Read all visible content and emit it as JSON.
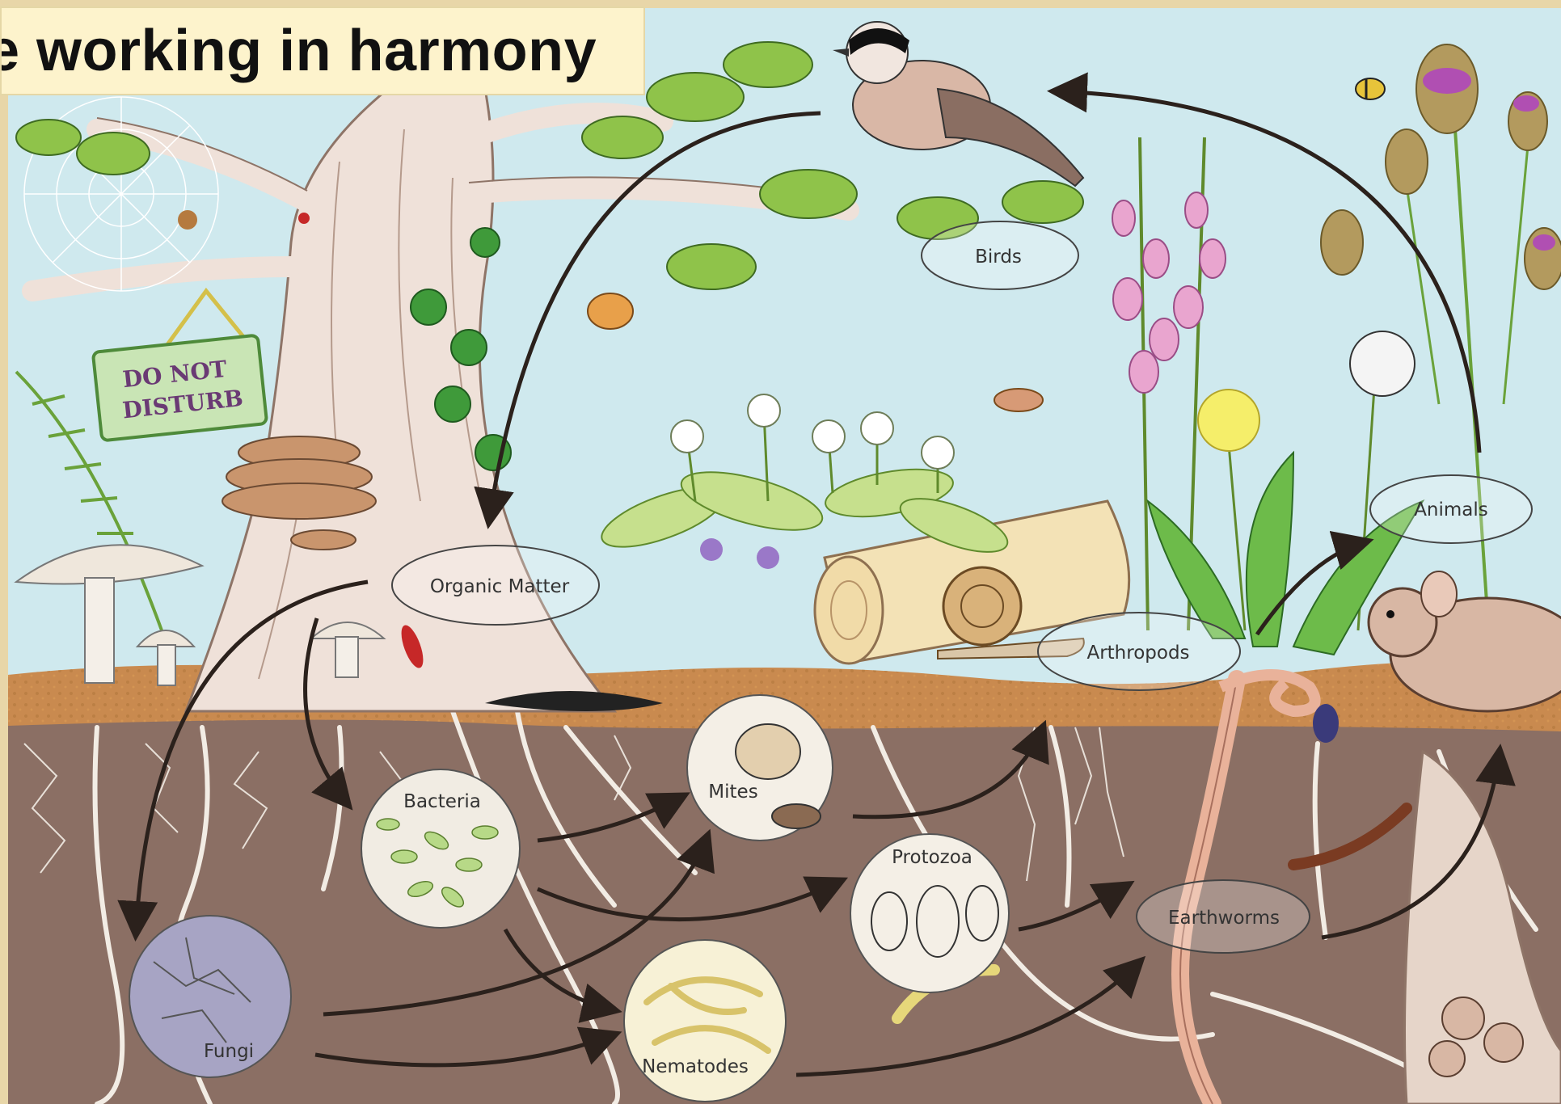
{
  "banner": {
    "text": "e working in harmony"
  },
  "sign": {
    "line1": "DO NOT",
    "line2": "DISTURB"
  },
  "nodes": {
    "birds": "Birds",
    "animals": "Animals",
    "organic_matter": "Organic Matter",
    "arthropods": "Arthropods",
    "earthworms": "Earthworms",
    "bacteria": "Bacteria",
    "mites": "Mites",
    "protozoa": "Protozoa",
    "fungi": "Fungi",
    "nematodes": "Nematodes"
  },
  "colors": {
    "sky": "#cfe9ee",
    "soil": "#8b6f64",
    "litter": "#c98a4f",
    "frame": "#e8d6a8",
    "banner": "#fdf3cc",
    "arrow": "#2b211c",
    "root": "#f2ece4"
  }
}
